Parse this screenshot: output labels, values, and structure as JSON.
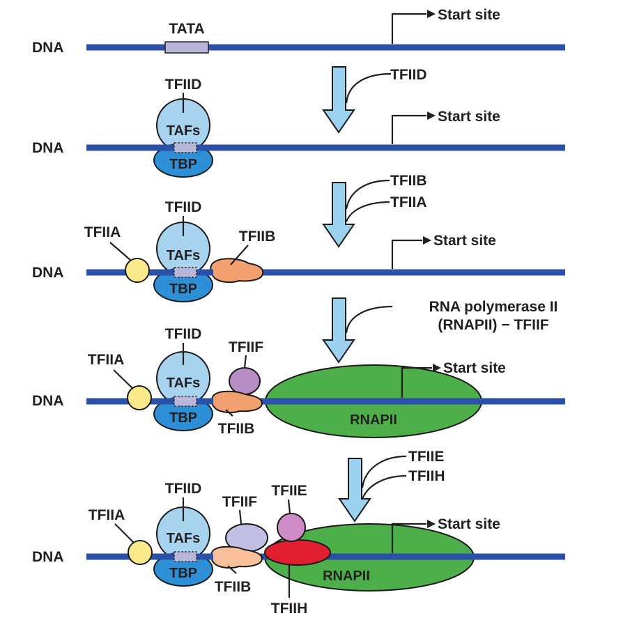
{
  "labels": {
    "dna": "DNA",
    "tata": "TATA",
    "start_site": "Start site",
    "tfiid": "TFIID",
    "tafs": "TAFs",
    "tbp": "TBP",
    "tfiia": "TFIIA",
    "tfiib": "TFIIB",
    "tfiif": "TFIIF",
    "tfiie": "TFIIE",
    "tfiih": "TFIIH",
    "rnapii": "RNAPII",
    "rnapol_line1": "RNA polymerase II",
    "rnapol_line2": "(RNAPII) − TFIIF"
  },
  "colors": {
    "dna": "#2b50a8",
    "tata_box": "#b9b6dc",
    "tafs": "#a7d3ef",
    "tbp": "#2d8fd6",
    "tfiia": "#fbea8c",
    "tfiib": "#f2a06f",
    "tfiib_late": "#f7c09a",
    "tfiif": "#b88dc6",
    "tfiif_late": "#c2c0e2",
    "tfiie": "#cf8bc6",
    "tfiih": "#e11f30",
    "rnapii": "#4caf4a",
    "arrow": "#9ad2ef"
  }
}
